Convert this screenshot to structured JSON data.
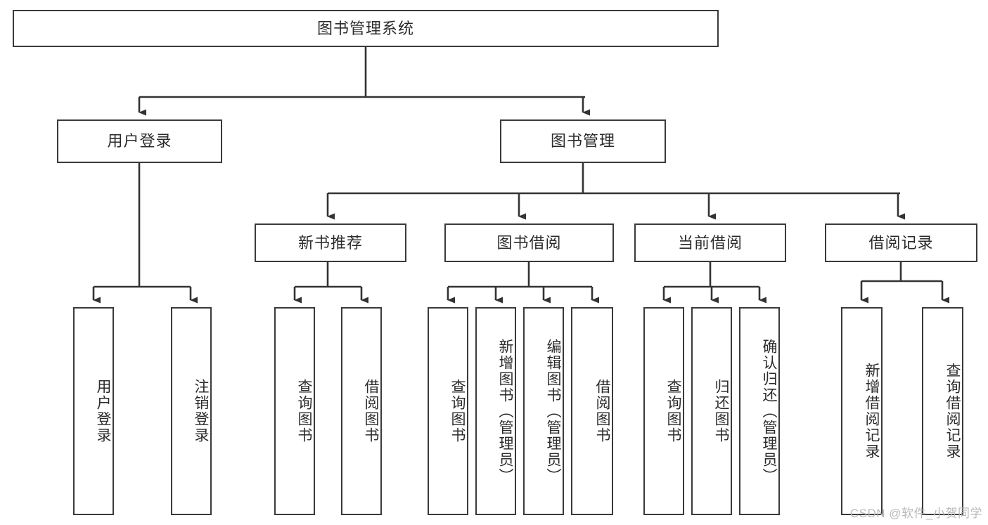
{
  "diagram": {
    "title": "图书管理系统",
    "type": "tree-hierarchy",
    "watermark": "CSDN @软件_小贺同学",
    "colors": {
      "background": "#ffffff",
      "box_border": "#3a3a3a",
      "box_fill": "#ffffff",
      "text": "#2b2b2b",
      "connector": "#333333",
      "watermark": "#b9b9b9"
    },
    "root": {
      "label": "图书管理系统"
    },
    "level2": [
      {
        "label": "用户登录"
      },
      {
        "label": "图书管理"
      }
    ],
    "level3": [
      {
        "label": "新书推荐"
      },
      {
        "label": "图书借阅"
      },
      {
        "label": "当前借阅"
      },
      {
        "label": "借阅记录"
      }
    ],
    "leaves": {
      "user_login": [
        {
          "label": "用户登录"
        },
        {
          "label": "注销登录"
        }
      ],
      "new_book_recommend": [
        {
          "label": "查询图书"
        },
        {
          "label": "借阅图书"
        }
      ],
      "book_borrow": [
        {
          "label": "查询图书"
        },
        {
          "label": "新增图书（管理员）"
        },
        {
          "label": "编辑图书（管理员）"
        },
        {
          "label": "借阅图书"
        }
      ],
      "current_borrow": [
        {
          "label": "查询图书"
        },
        {
          "label": "归还图书"
        },
        {
          "label": "确认归还（管理员）"
        }
      ],
      "borrow_record": [
        {
          "label": "新增借阅记录"
        },
        {
          "label": "查询借阅记录"
        }
      ]
    }
  }
}
